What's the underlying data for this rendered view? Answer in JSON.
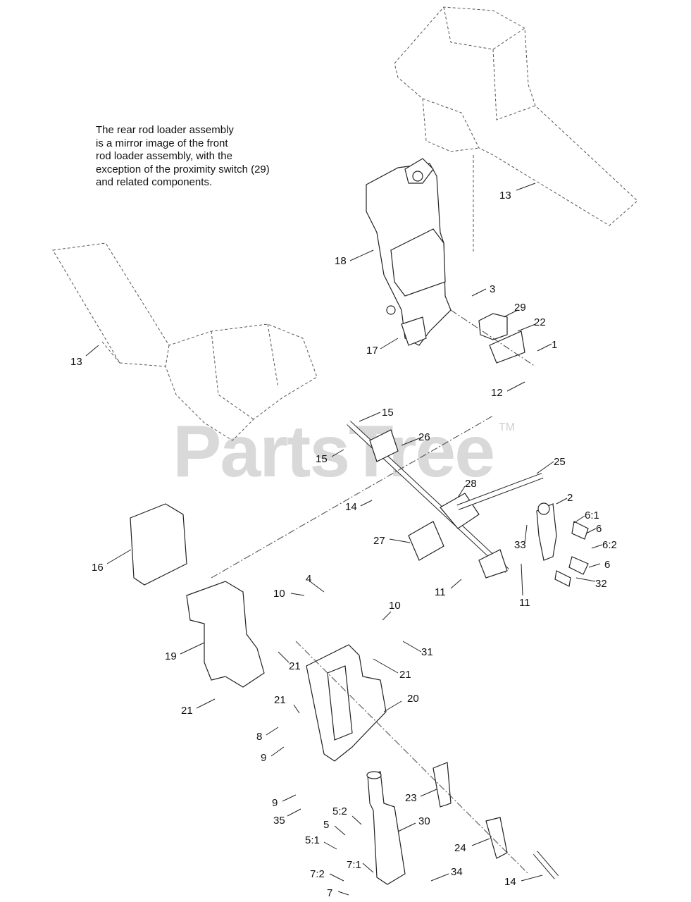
{
  "note": {
    "lines": [
      "The rear rod loader assembly",
      "is a mirror image of the front",
      "rod loader assembly, with the",
      "exception of the proximity switch (29)",
      "and related components."
    ]
  },
  "watermark": {
    "text": "PartsTree",
    "tm": "TM"
  },
  "callouts": [
    "13",
    "13",
    "18",
    "3",
    "29",
    "22",
    "1",
    "17",
    "12",
    "15",
    "26",
    "15",
    "25",
    "28",
    "2",
    "14",
    "6:1",
    "6",
    "6:2",
    "6",
    "33",
    "27",
    "16",
    "11",
    "11",
    "32",
    "4",
    "10",
    "10",
    "31",
    "19",
    "21",
    "21",
    "21",
    "21",
    "20",
    "8",
    "9",
    "9",
    "35",
    "23",
    "30",
    "5:2",
    "5",
    "5:1",
    "24",
    "7:1",
    "7:2",
    "34",
    "14",
    "7"
  ]
}
